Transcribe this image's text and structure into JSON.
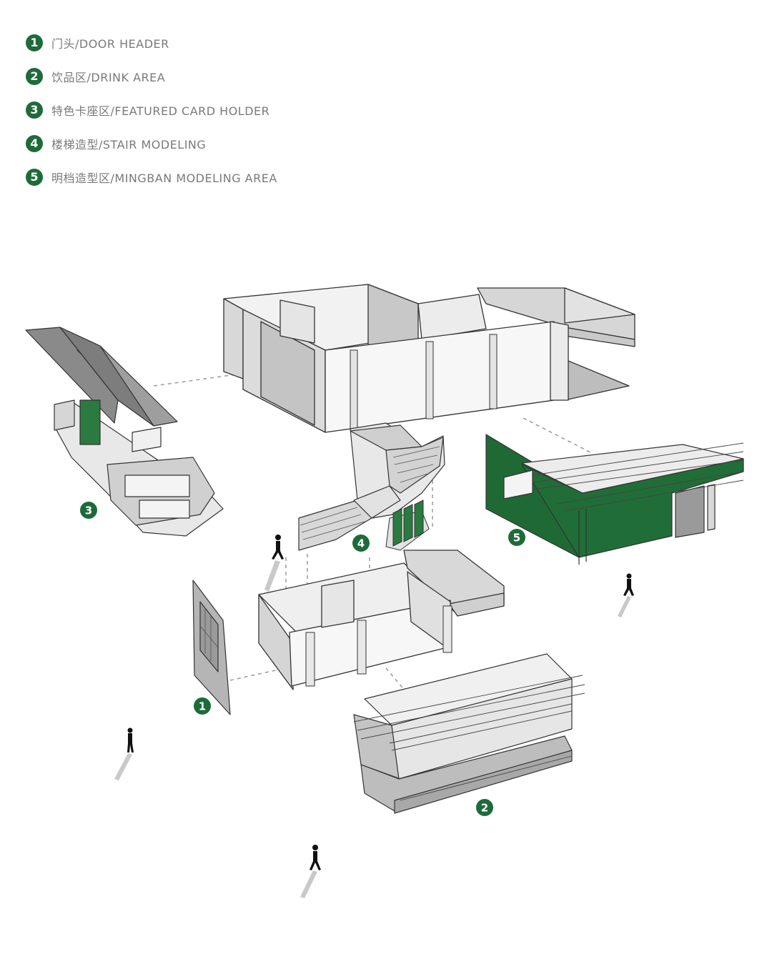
{
  "legend": [
    {
      "num": "1",
      "label": "门头/DOOR HEADER"
    },
    {
      "num": "2",
      "label": "饮品区/DRINK AREA"
    },
    {
      "num": "3",
      "label": "特色卡座区/FEATURED CARD HOLDER"
    },
    {
      "num": "4",
      "label": "楼梯造型/STAIR MODELING"
    },
    {
      "num": "5",
      "label": "明档造型区/MINGBAN MODELING AREA"
    }
  ],
  "markers": {
    "m1": "1",
    "m2": "2",
    "m3": "3",
    "m4": "4",
    "m5": "5"
  },
  "colors": {
    "accent_green": "#1e6b3a",
    "legend_text": "#7a7a7a"
  }
}
